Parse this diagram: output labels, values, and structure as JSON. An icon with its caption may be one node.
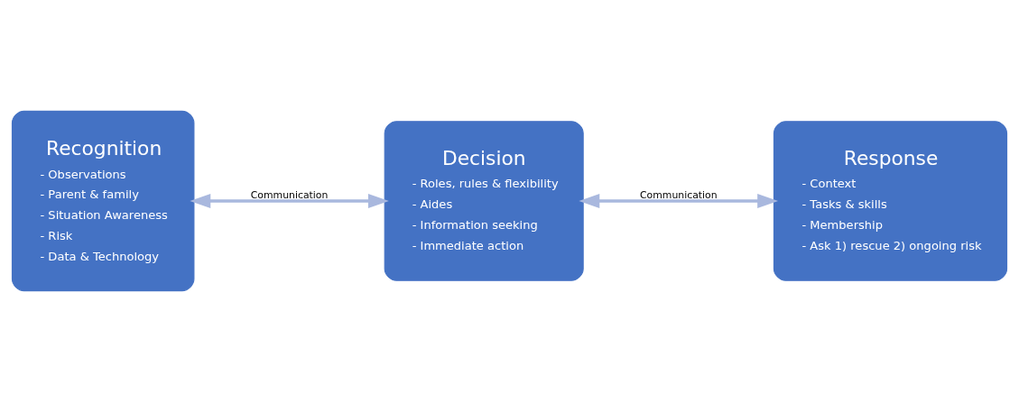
{
  "diagram": {
    "nodes": [
      {
        "text": [
          "Recognition",
          "- Observations",
          "- Parent & family",
          "- Situation Awareness",
          "- Risk",
          "- Data & Technology"
        ]
      },
      {
        "text": [
          "Decision",
          "- Roles, rules & flexibility",
          "- Aides",
          "- Information seeking",
          "- Immediate action"
        ]
      },
      {
        "text": [
          "Response",
          "- Context",
          "- Tasks & skills",
          "- Membership",
          "- Ask 1) rescue 2) ongoing risk"
        ]
      }
    ],
    "edges": [
      {
        "from": 0,
        "to": 1,
        "arrow": "both",
        "label": "Communication"
      },
      {
        "from": 1,
        "to": 2,
        "arrow": "both",
        "label": "Communication"
      }
    ]
  }
}
